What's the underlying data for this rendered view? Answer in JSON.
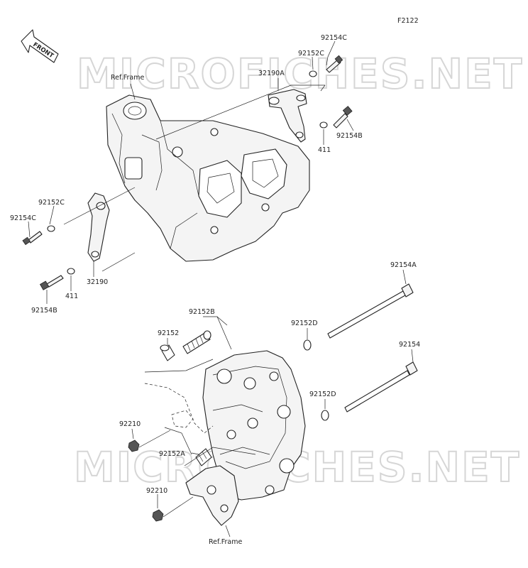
{
  "diagram_code": "F2122",
  "front_arrow_text": "FRONT",
  "watermarks": [
    "MICROFICHES.NET",
    "MICROFICHES.NET"
  ],
  "labels": {
    "ref_frame_top": "Ref.Frame",
    "ref_frame_bottom": "Ref.Frame",
    "p92154C_top": "92154C",
    "p92152C_top": "92152C",
    "p32190A": "32190A",
    "p411_top": "411",
    "p92154B_top": "92154B",
    "p92152C_left": "92152C",
    "p92154C_left": "92154C",
    "p32190": "32190",
    "p411_left": "411",
    "p92154B_left": "92154B",
    "p92154A": "92154A",
    "p92152B": "92152B",
    "p92152": "92152",
    "p92152D_top": "92152D",
    "p92154": "92154",
    "p92152D_mid": "92152D",
    "p92210_top": "92210",
    "p92152A": "92152A",
    "p92210_bottom": "92210"
  }
}
